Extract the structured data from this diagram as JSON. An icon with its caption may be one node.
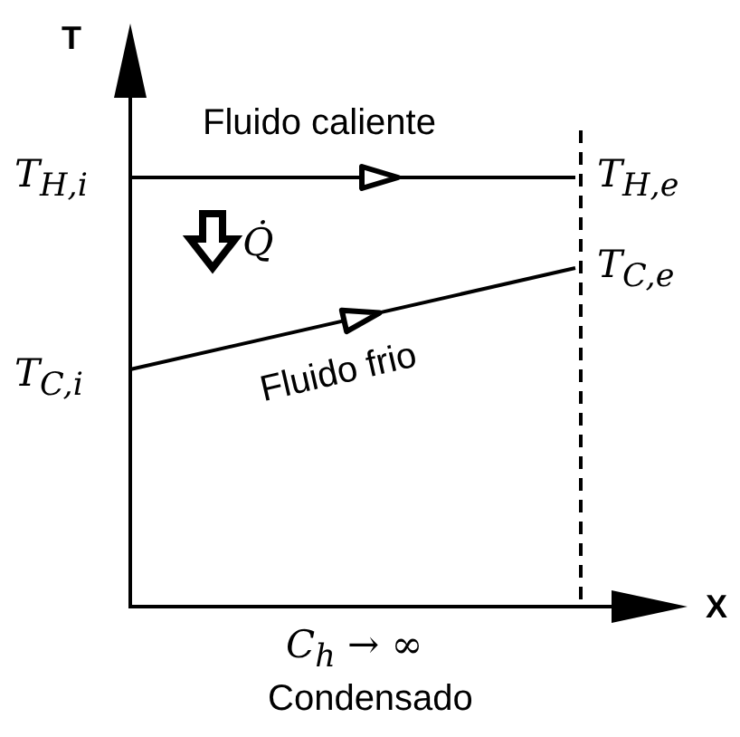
{
  "diagram": {
    "labels": [
      "T",
      "Fluido caliente",
      "T$_{H,i}$",
      "T$_{H,e}$",
      "Q̇",
      "T$_{C,e}$",
      "T$_{C,i}$",
      "Fluido frio",
      "X",
      "C$_{h}$ → ∞",
      "Condensado"
    ]
  }
}
